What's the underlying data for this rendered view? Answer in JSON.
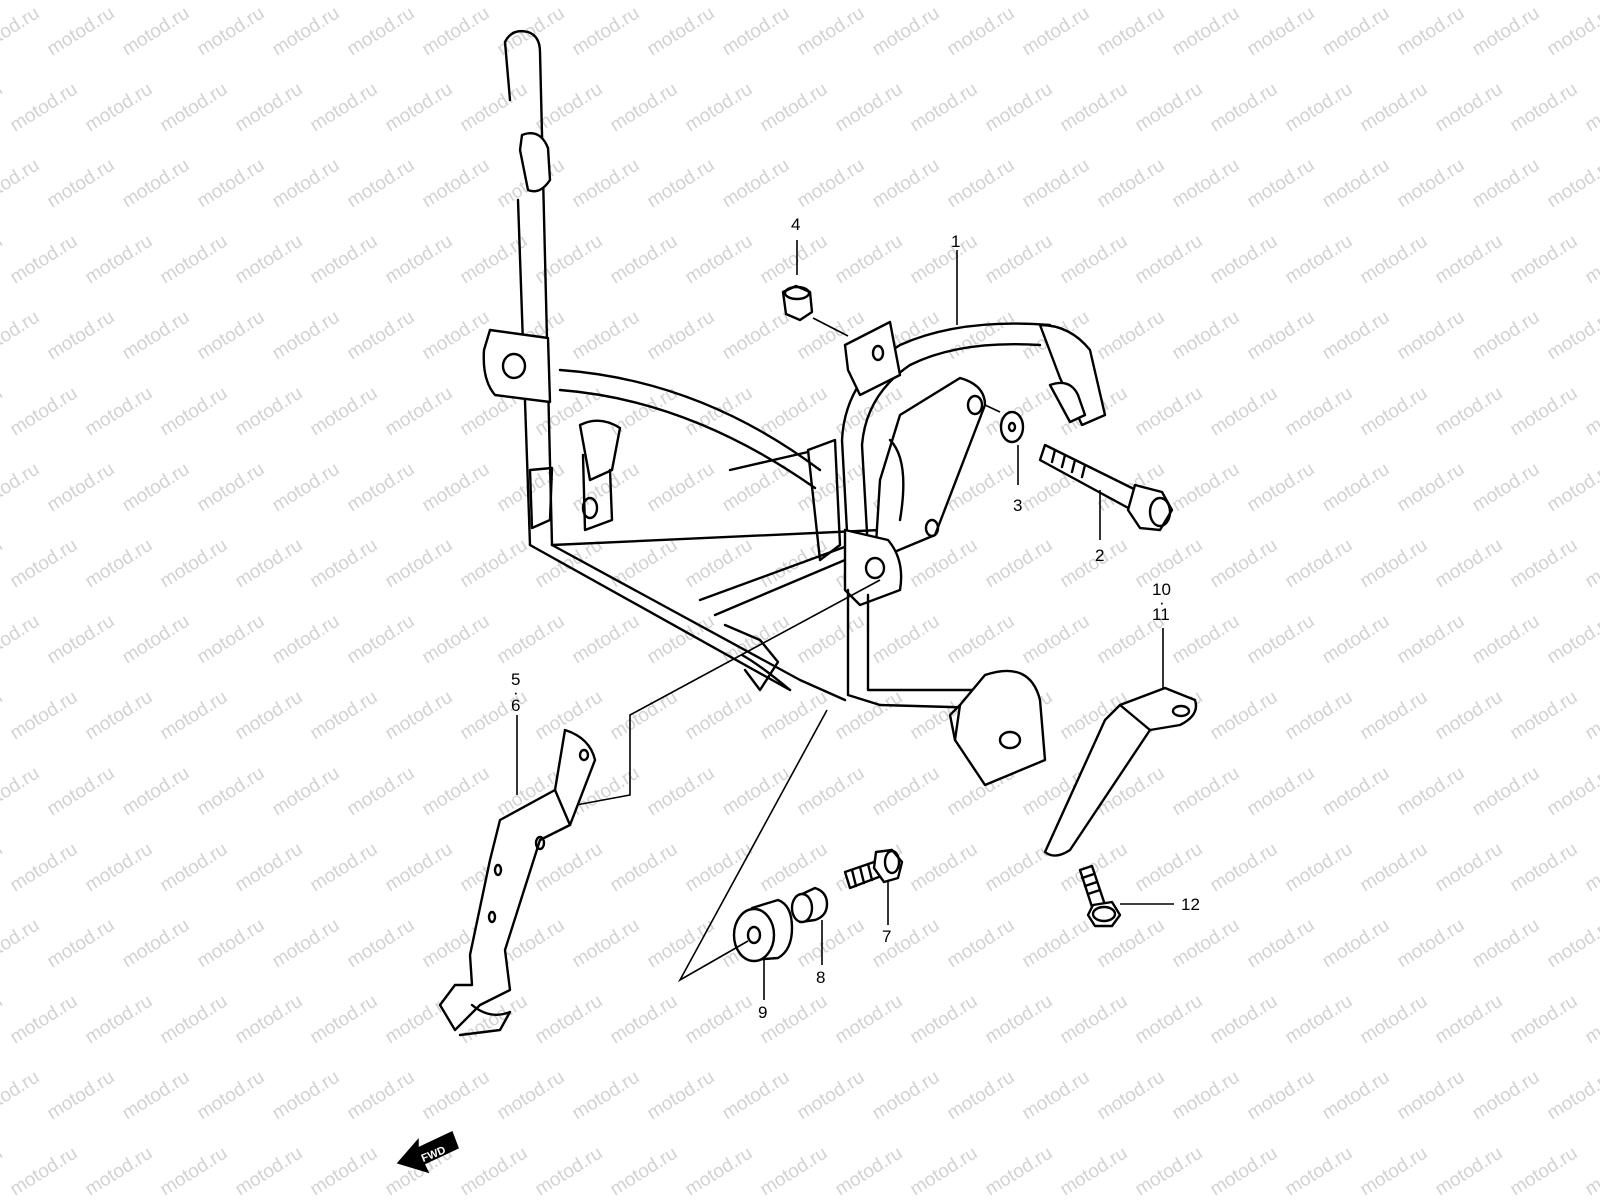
{
  "watermark": {
    "text": "motod.ru"
  },
  "callouts": {
    "c1": "1",
    "c2": "2",
    "c3": "3",
    "c4": "4",
    "c5_6_top": "5",
    "c5_6_bottom": "6",
    "c7": "7",
    "c8": "8",
    "c9": "9",
    "c10_11_top": "10",
    "c10_11_bottom": "11",
    "c12": "12"
  },
  "direction_arrow": {
    "label": "FWD",
    "icon": "fwd-arrow-icon"
  },
  "colors": {
    "line": "#000000",
    "background": "#ffffff",
    "watermark": "#d2d2d2"
  }
}
